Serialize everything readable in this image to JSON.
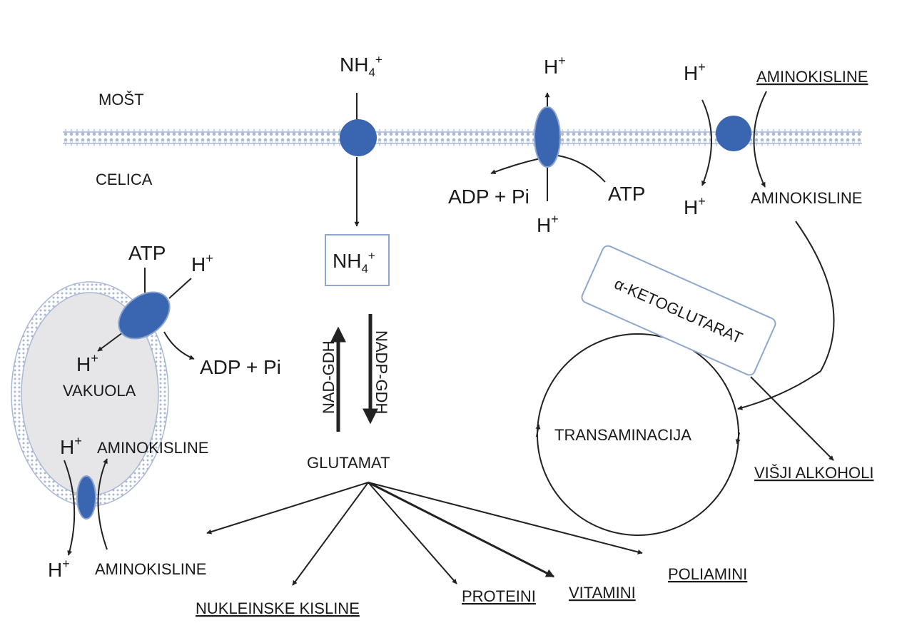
{
  "colors": {
    "protein": "#3a65b0",
    "protein_stroke": "#8aa3cf",
    "membrane": "#a8b7d2",
    "membrane_dark": "#8f9fbf",
    "vacuole_fill": "#e6e6e8",
    "box_border": "#8fa7d0",
    "line": "#222222"
  },
  "icons": {
    "membrane": "lipid-bilayer-icon",
    "transporter": "membrane-protein-icon",
    "vacuole": "vacuole-icon"
  },
  "labels": {
    "most": "MOŠT",
    "celica": "CELICA",
    "nh4_out_base": "NH",
    "nh4_sub": "4",
    "nh4_sup": "+",
    "nh4_box_base": "NH",
    "h_plus_base": "H",
    "plus": "+",
    "adp_pi": "ADP + Pi",
    "atp": "ATP",
    "aminokisline": "AMINOKISLINE",
    "alpha_keto": "α-KETOGLUTARAT",
    "transaminacija": "TRANSAMINACIJA",
    "visji_alkoholi": "VIŠJI ALKOHOLI",
    "nad_gdh": "NAD-GDH",
    "nadp_gdh": "NADP-GDH",
    "glutamat": "GLUTAMAT",
    "vakuola": "VAKUOLA",
    "nukleinske": "NUKLEINSKE KISLINE",
    "proteini": "PROTEINI",
    "vitamini": "VITAMINI",
    "poliamini": "POLIAMINI"
  }
}
